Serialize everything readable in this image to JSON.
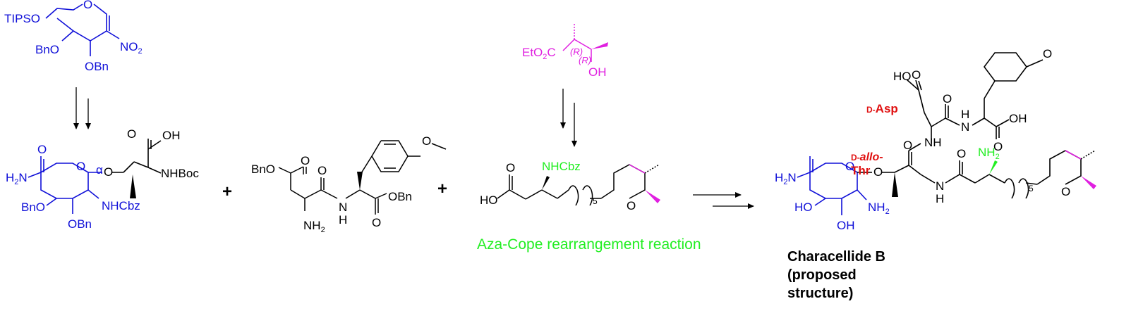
{
  "colors": {
    "blue": "#1010d8",
    "magenta": "#e020e0",
    "green": "#22ee22",
    "red": "#e01010",
    "black": "#000000"
  },
  "start_glycal": {
    "tipso": "TIPSO",
    "ring_o": "O",
    "bno1": "BnO",
    "no2": "NO",
    "no2_sub": "2",
    "obn": "OBn"
  },
  "glycoamino_acid": {
    "amide_o": "O",
    "h2n": "H",
    "h2n_sub": "2",
    "h2n_n": "N",
    "ring_o": "O",
    "alpha": "α",
    "link_o": "O",
    "acid_o": "O",
    "oh": "OH",
    "nhboc": "NHBoc",
    "bno": "BnO",
    "nhcbz": "NHCbz",
    "obn": "OBn"
  },
  "plus_signs": [
    "+",
    "+"
  ],
  "dipeptide": {
    "bno": "BnO",
    "ester_o": "O",
    "amide_o": "O",
    "methoxy_o": "O",
    "nh_h": "H",
    "nh_n": "N",
    "nh2": "NH",
    "nh2_sub": "2",
    "obn": "OBn",
    "ester2_o": "O"
  },
  "hydroxy_ester": {
    "eto2c": "EtO",
    "eto2c_sub": "2",
    "eto2c_c": "C",
    "r1": "(R)",
    "r2": "(R)",
    "oh": "OH"
  },
  "aminoacid_fragment": {
    "acid_o": "O",
    "nhcbz": "NHCbz",
    "ho": "HO",
    "n5": "5",
    "ring_o": "O"
  },
  "captions": {
    "aza_cope": "Aza-Cope rearrangement reaction",
    "product_name": "Characellide B (proposed structure)"
  },
  "product": {
    "ho_acid": "HO",
    "acid_o": "O",
    "methoxy_o": "O",
    "d_asp_prefix": "D-",
    "d_asp": "Asp",
    "amide_o1": "O",
    "nh1_n": "N",
    "nh1_h": "H",
    "acid2_o": "O",
    "oh2": "OH",
    "nh2_label": "NH",
    "amide_o2": "O",
    "d_allo_prefix": "D-",
    "d_allo": "allo-",
    "thr": "Thr",
    "nh3": "NH",
    "nh3_sub": "2",
    "amide_o3": "O",
    "link_o": "O",
    "nh4_h": "H",
    "nh4_n": "N",
    "amide_o4": "O",
    "n5": "5",
    "ring_o": "O",
    "ring_o2": "O",
    "h2n": "H",
    "h2n_sub": "2",
    "h2n_n": "N",
    "ho1": "HO",
    "ho2": "OH",
    "nh2b": "NH",
    "nh2b_sub": "2"
  }
}
